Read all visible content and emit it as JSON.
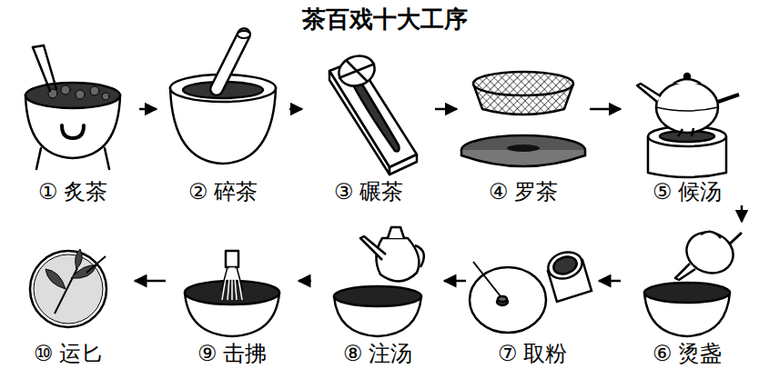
{
  "diagram": {
    "title": "茶百戏十大工序",
    "nodes": [
      {
        "text": [
          "① 炙茶"
        ]
      },
      {
        "text": [
          "② 碎茶"
        ]
      },
      {
        "text": [
          "③ 碾茶"
        ]
      },
      {
        "text": [
          "④ 罗茶"
        ]
      },
      {
        "text": [
          "⑤ 候汤"
        ]
      },
      {
        "text": [
          "⑥ 烫盏"
        ]
      },
      {
        "text": [
          "⑦ 取粉"
        ]
      },
      {
        "text": [
          "⑧ 注汤"
        ]
      },
      {
        "text": [
          "⑨ 击拂"
        ]
      },
      {
        "text": [
          "⑩ 运匕"
        ]
      }
    ],
    "edges": [
      {
        "from": 0,
        "to": 1,
        "arrow": "to"
      },
      {
        "from": 1,
        "to": 2,
        "arrow": "to"
      },
      {
        "from": 2,
        "to": 3,
        "arrow": "to"
      },
      {
        "from": 3,
        "to": 4,
        "arrow": "to"
      },
      {
        "from": 4,
        "to": 5,
        "arrow": "to"
      },
      {
        "from": 5,
        "to": 6,
        "arrow": "to"
      },
      {
        "from": 6,
        "to": 7,
        "arrow": "to"
      },
      {
        "from": 7,
        "to": 8,
        "arrow": "to"
      },
      {
        "from": 8,
        "to": 9,
        "arrow": "to"
      }
    ]
  }
}
